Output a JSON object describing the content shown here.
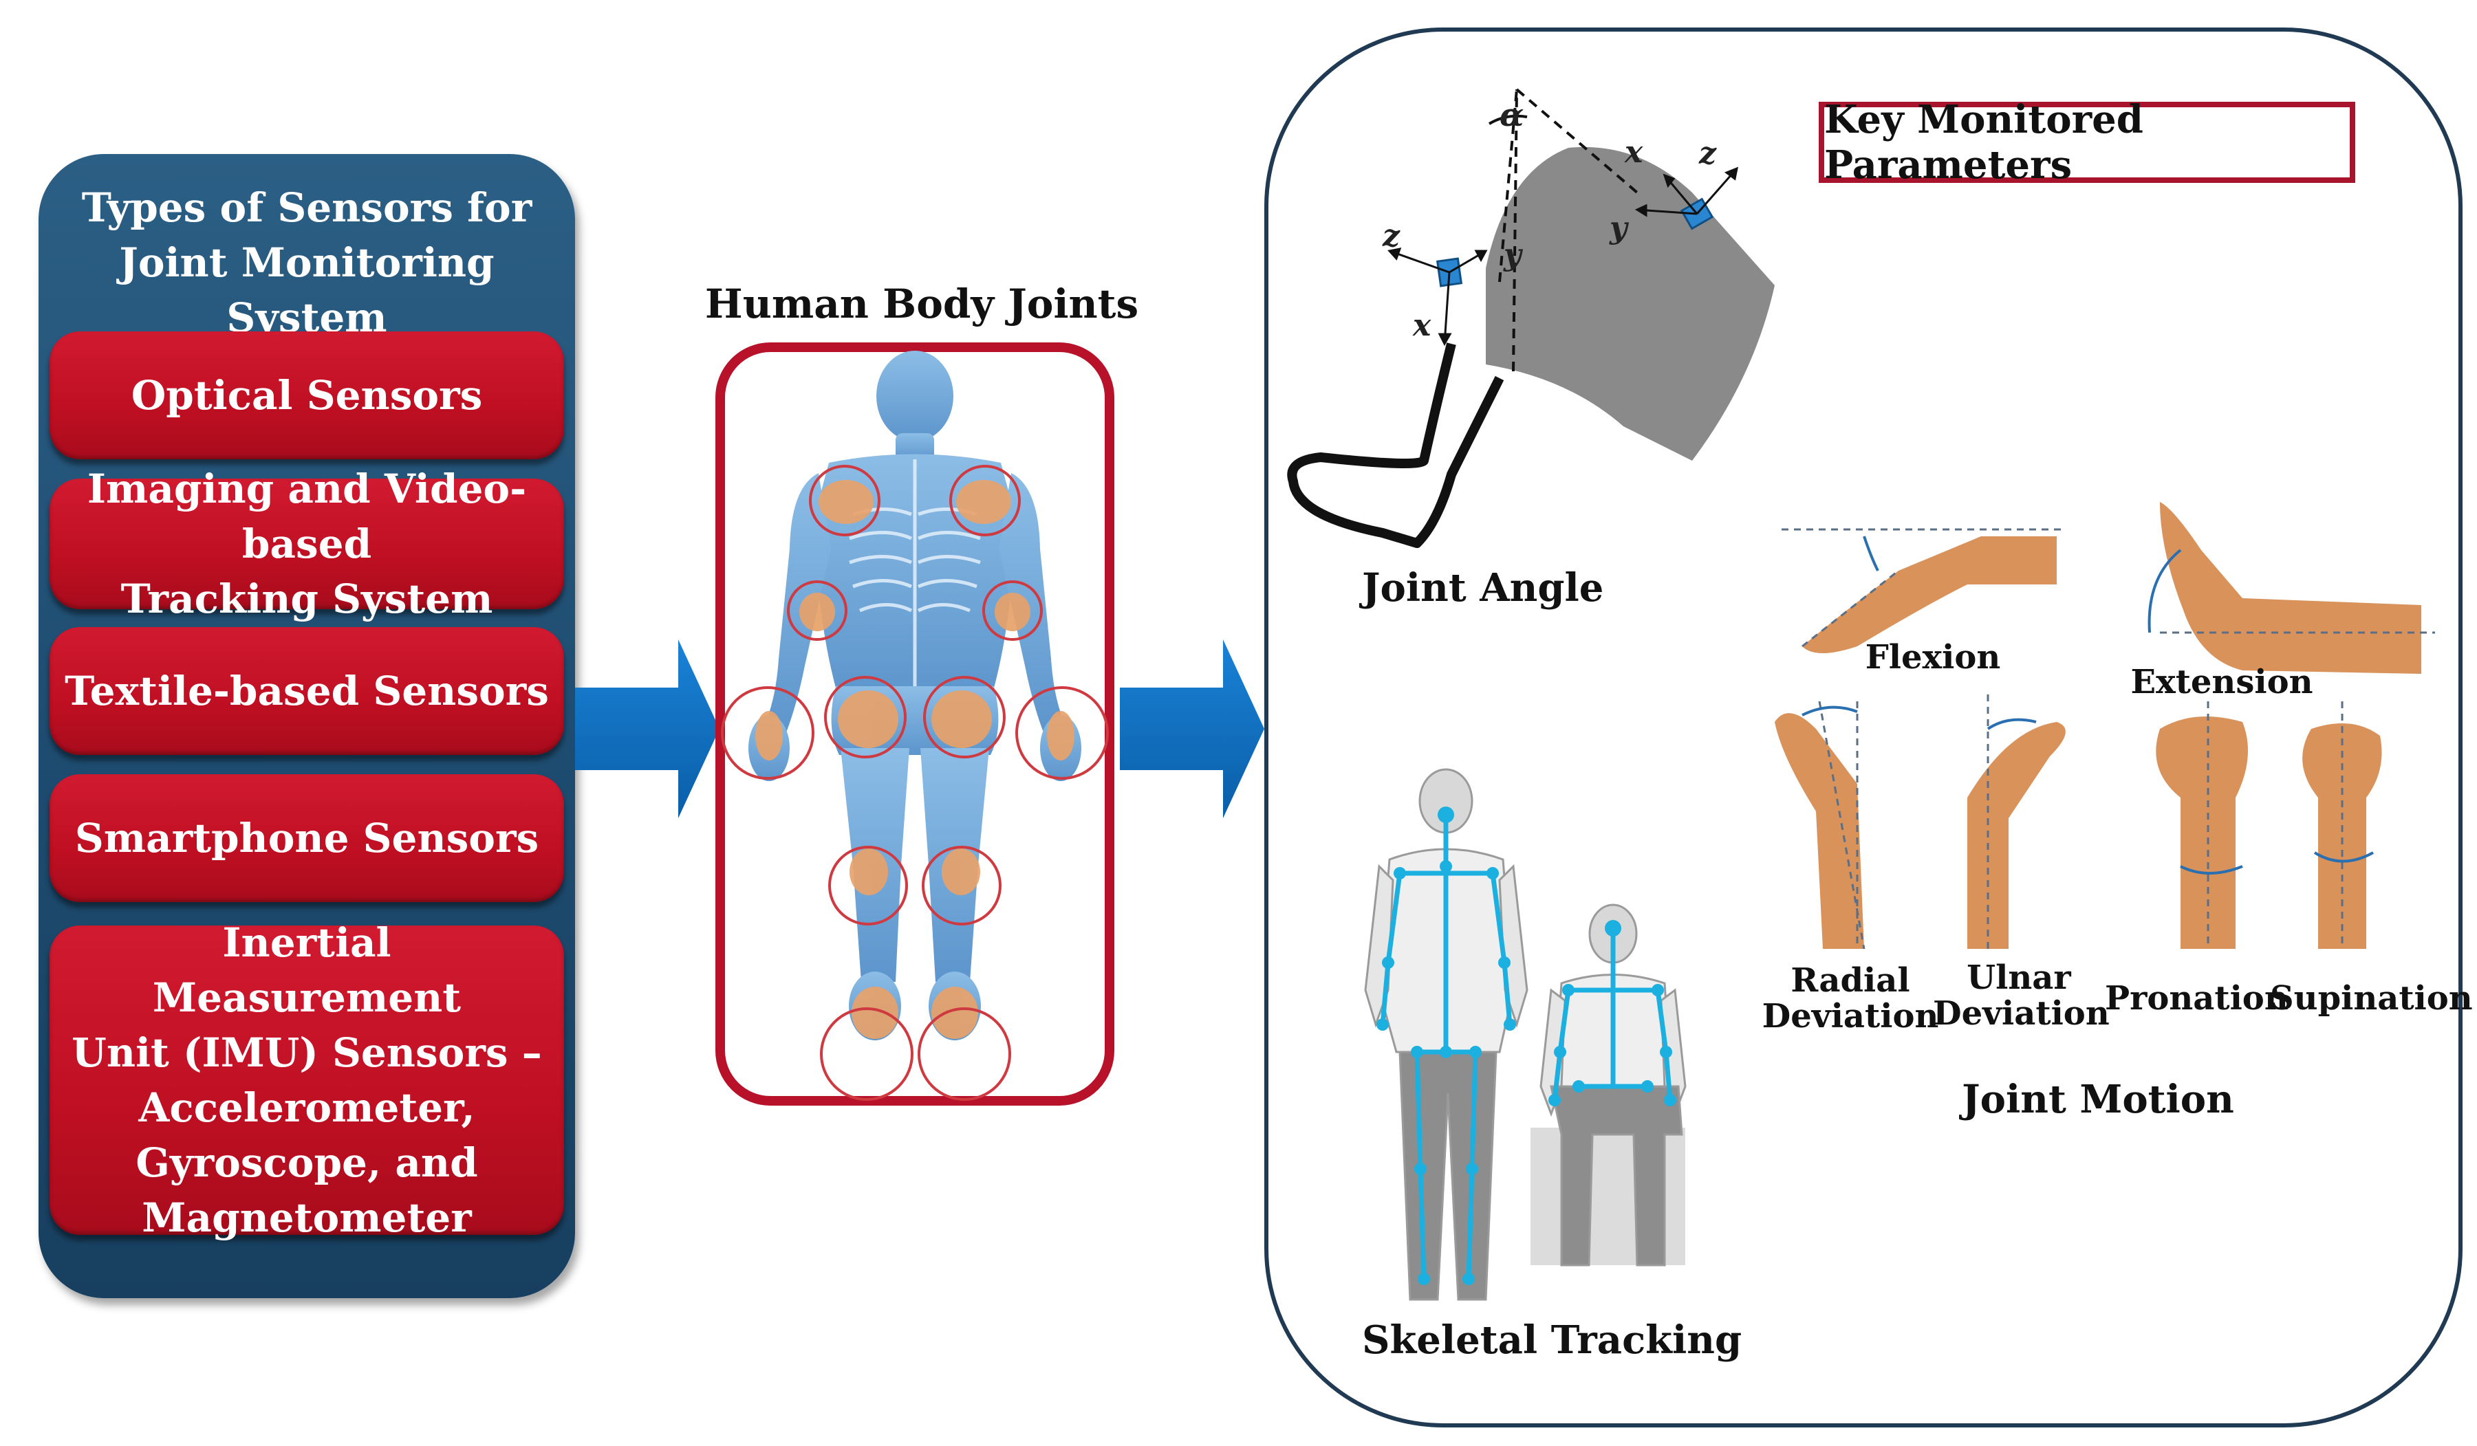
{
  "sensors_panel": {
    "title_line1": "Types of Sensors for",
    "title_line2": "Joint Monitoring System",
    "items": [
      {
        "line1": "Optical Sensors",
        "line2": ""
      },
      {
        "line1": "Imaging and Video-based",
        "line2": "Tracking System"
      },
      {
        "line1": "Textile-based Sensors",
        "line2": ""
      },
      {
        "line1": "Smartphone Sensors",
        "line2": ""
      },
      {
        "line1": "Inertial Measurement",
        "line2": "Unit (IMU) Sensors –",
        "line3": "Accelerometer,",
        "line4": "Gyroscope, and",
        "line5": "Magnetometer"
      }
    ]
  },
  "body_joints": {
    "title": "Human Body Joints"
  },
  "parameters": {
    "title": "Key Monitored Parameters",
    "joint_angle": {
      "label": "Joint Angle",
      "angle_symbol": "α",
      "axes": {
        "z": "z",
        "y": "y",
        "x": "x"
      }
    },
    "skeletal_tracking": {
      "label": "Skeletal Tracking"
    },
    "joint_motion": {
      "label": "Joint Motion",
      "flexion": "Flexion",
      "extension": "Extension",
      "radial_line1": "Radial",
      "radial_line2": "Deviation",
      "ulnar_line1": "Ulnar",
      "ulnar_line2": "Deviation",
      "pronation": "Pronation",
      "supination": "Supination"
    }
  },
  "colors": {
    "panel_blue": "#1d4b6f",
    "sensor_red": "#c0132a",
    "arrow_blue": "#0f6fc2",
    "joint_circle": "#cf3a40",
    "skeleton_cyan": "#1bb0e0",
    "skin": "#d9925a"
  }
}
